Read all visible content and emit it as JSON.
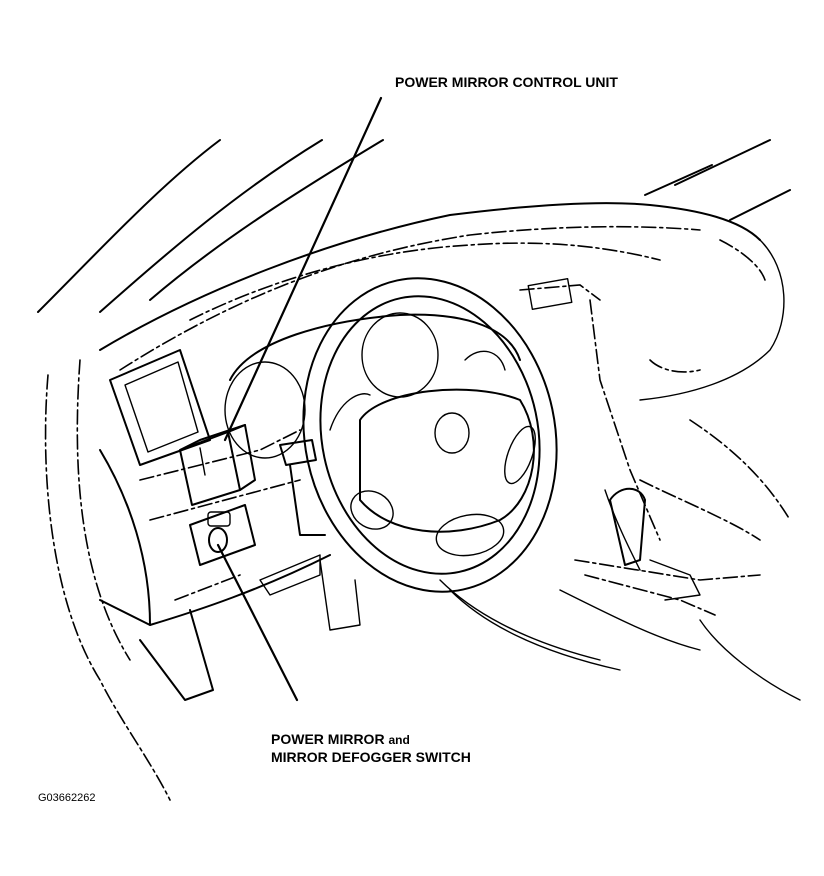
{
  "callouts": {
    "control_unit": "POWER MIRROR CONTROL UNIT",
    "switch_line1_a": "POWER MIRROR",
    "switch_line1_b": "and",
    "switch_line2": "MIRROR DEFOGGER SWITCH"
  },
  "figure_id": "G03662262",
  "colors": {
    "ink": "#000000",
    "paper": "#ffffff"
  }
}
